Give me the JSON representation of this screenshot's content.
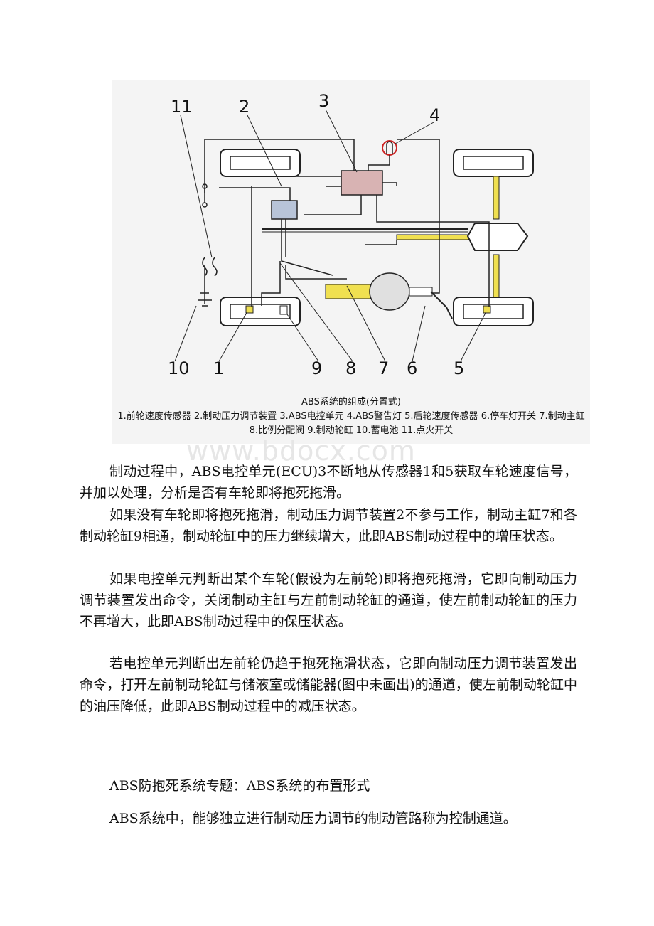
{
  "figure": {
    "labels": [
      "1",
      "2",
      "3",
      "4",
      "5",
      "6",
      "7",
      "8",
      "9",
      "10",
      "11"
    ],
    "caption_title": "ABS系统的组成(分置式)",
    "caption_legend": "1.前轮速度传感器 2.制动压力调节装置 3.ABS电控单元 4.ABS警告灯 5.后轮速度传感器 6.停车灯开关 7.制动主缸 8.比例分配阀 9.制动轮缸 10.蓄电池 11.点火开关",
    "colors": {
      "ecu": "#d8b3b3",
      "pipe": "#f0e050",
      "line": "#222222",
      "warning": "#cc2222"
    }
  },
  "watermark": "www.bdocx.com",
  "paragraphs": [
    "制动过程中，ABS电控单元(ECU)3不断地从传感器1和5获取车轮速度信号，并加以处理，分析是否有车轮即将抱死拖滑。",
    "如果没有车轮即将抱死拖滑，制动压力调节装置2不参与工作，制动主缸7和各制动轮缸9相通，制动轮缸中的压力继续增大，此即ABS制动过程中的增压状态。",
    "如果电控单元判断出某个车轮(假设为左前轮)即将抱死拖滑，它即向制动压力调节装置发出命令，关闭制动主缸与左前制动轮缸的通道，使左前制动轮缸的压力不再增大，此即ABS制动过程中的保压状态。",
    "若电控单元判断出左前轮仍趋于抱死拖滑状态，它即向制动压力调节装置发出命令，打开左前制动轮缸与储液室或储能器(图中未画出)的通道，使左前制动轮缸中的油压降低，此即ABS制动过程中的减压状态。",
    "ABS防抱死系统专题：ABS系统的布置形式",
    "ABS系统中，能够独立进行制动压力调节的制动管路称为控制通道。"
  ]
}
